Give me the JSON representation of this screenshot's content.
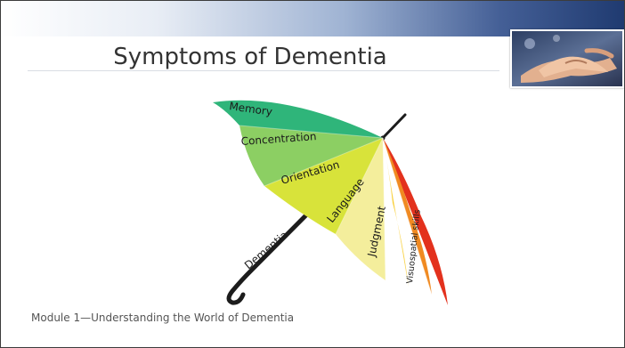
{
  "slide": {
    "title": "Symptoms of Dementia",
    "footer": "Module 1—Understanding the World of Dementia"
  },
  "umbrella": {
    "segments": [
      {
        "label": "Memory",
        "color": "#2fb57a"
      },
      {
        "label": "Concentration",
        "color": "#8ccf63"
      },
      {
        "label": "Orientation",
        "color": "#d8e33a"
      },
      {
        "label": "Language",
        "color": "#f4ee9c"
      },
      {
        "label": "Judgment",
        "color": "#f8cc2c"
      },
      {
        "label": "Visuospatial skills",
        "color": "#f08a22"
      }
    ],
    "outer_color": "#e3311d",
    "handle_label": "Dementia"
  },
  "photo": {
    "description": "holding-hands-photo"
  }
}
